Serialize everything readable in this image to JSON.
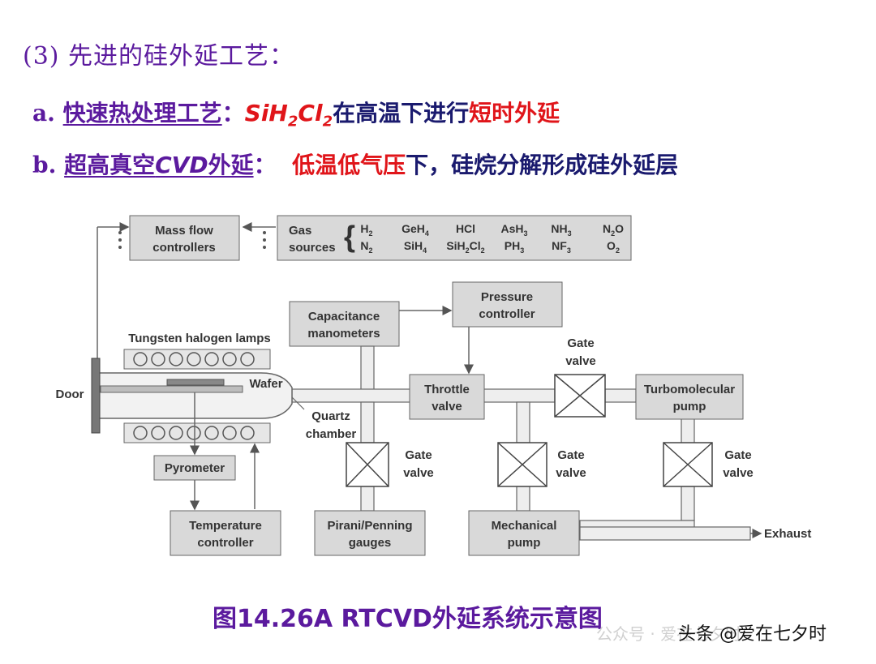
{
  "heading": "(3) 先进的硅外延工艺：",
  "line_a": {
    "prefix": "a. ",
    "title": "快速热处理工艺",
    "colon": "：",
    "formula": [
      "SiH",
      "2",
      "Cl",
      "2"
    ],
    "mid": "在高温下进行",
    "highlight": "短时外延"
  },
  "line_b": {
    "prefix": "b. ",
    "title_pre": "超高真空",
    "title_cvd": "CVD",
    "title_post": "外延",
    "colon": "：",
    "highlight": "低温低气压",
    "rest": "下，硅烷分解形成硅外延层"
  },
  "diagram": {
    "mass_flow": [
      "Mass flow",
      "controllers"
    ],
    "gas_sources": [
      "Gas",
      "sources"
    ],
    "gases_row1": [
      "H2",
      "GeH4",
      "HCl",
      "AsH3",
      "NH3",
      "N2O"
    ],
    "gases_row2": [
      "N2",
      "SiH4",
      "SiH2Cl2",
      "PH3",
      "NF3",
      "O2"
    ],
    "capacitance": [
      "Capacitance",
      "manometers"
    ],
    "pressure": [
      "Pressure",
      "controller"
    ],
    "tungsten": "Tungsten halogen lamps",
    "door": "Door",
    "wafer": "Wafer",
    "quartz": [
      "Quartz",
      "chamber"
    ],
    "throttle": [
      "Throttle",
      "valve"
    ],
    "gate_valve": [
      "Gate",
      "valve"
    ],
    "turbo": [
      "Turbomolecular",
      "pump"
    ],
    "pyrometer": "Pyrometer",
    "temperature": [
      "Temperature",
      "controller"
    ],
    "pirani": [
      "Pirani/Penning",
      "gauges"
    ],
    "mechanical": [
      "Mechanical",
      "pump"
    ],
    "exhaust": "Exhaust"
  },
  "caption": "图14.26A RTCVD外延系统示意图",
  "watermark": "公众号 · 爱在七夕时",
  "watermark_main": "头条 @爱在七夕时"
}
